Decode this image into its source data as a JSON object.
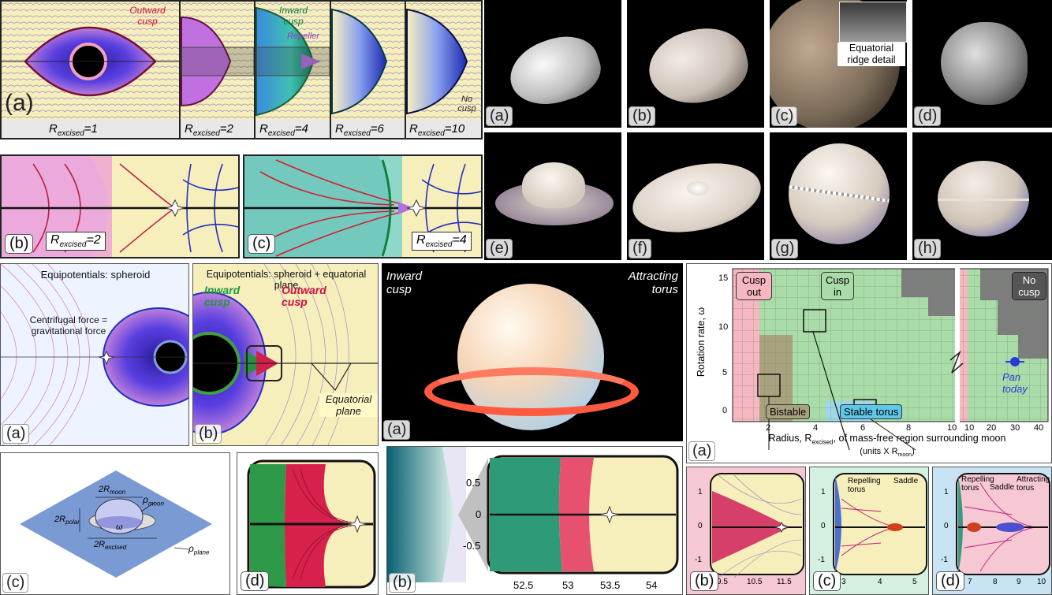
{
  "top_left": {
    "tag_a": "(a)",
    "tag_b": "(b)",
    "tag_c": "(c)",
    "outward_cusp": "Outward cusp",
    "inward_cusp": "Inward cusp",
    "repeller": "Repeller",
    "no_cusp": "No cusp",
    "r_prefix": "R",
    "r_sub": "excised",
    "r_values": [
      "=1",
      "=2",
      "=4",
      "=6",
      "=10"
    ],
    "zoom_b_r": "=2",
    "zoom_c_r": "=4"
  },
  "moons": {
    "tags": [
      "(a)",
      "(b)",
      "(c)",
      "(d)",
      "(e)",
      "(f)",
      "(g)",
      "(h)"
    ],
    "ridge_label": "Equatorial ridge detail"
  },
  "equip": {
    "tag_a": "(a)",
    "tag_b": "(b)",
    "tag_c": "(c)",
    "tag_d": "(d)",
    "title_a": "Equipotentials: spheroid",
    "title_b": "Equipotentials: spheroid + equatorial plane",
    "centrifugal": "Centrifugal force = gravitational force",
    "inward_cusp": "Inward cusp",
    "outward_cusp": "Outward cusp",
    "equatorial_plane": "Equatorial plane",
    "schem_moon": "2R",
    "schem_moon_sub": "moon",
    "schem_polar": "2R",
    "schem_polar_sub": "polar",
    "schem_excised": "2R",
    "schem_excised_sub": "excised",
    "rho": "ρ",
    "rho_moon_sub": "moon",
    "rho_plane_sub": "plane",
    "omega": "ω"
  },
  "render": {
    "tag_a": "(a)",
    "tag_b": "(b)",
    "inward_cusp": "Inward cusp",
    "attracting_torus": "Attracting torus",
    "zoom_ticks_x": [
      "52.5",
      "53",
      "53.5",
      "54"
    ],
    "zoom_ticks_y": [
      "0.5",
      "0",
      "-0.5"
    ]
  },
  "phase": {
    "tag_a": "(a)",
    "tag_b": "(b)",
    "tag_c": "(c)",
    "tag_d": "(d)",
    "cusp_out": "Cusp out",
    "cusp_in": "Cusp in",
    "no_cusp": "No cusp",
    "bistable": "Bistable",
    "stable_torus": "Stable torus",
    "pan_today": "Pan today",
    "ylabel": "Rotation rate, ω",
    "xlabel": "Radius, R",
    "xlabel_sub": "excised",
    "xlabel_rest": ", of mass-free region surrounding moon",
    "xlabel_units": "(units X R",
    "xlabel_units_sub": "moon",
    "xlabel_units_end": ")",
    "yticks": [
      "15",
      "10",
      "5",
      "0"
    ],
    "xticks_left": [
      "2",
      "4",
      "6",
      "8",
      "10"
    ],
    "xticks_right": [
      "10",
      "20",
      "30",
      "40"
    ],
    "repelling_torus": "Repelling torus",
    "saddle": "Saddle",
    "attracting_torus": "Attracting torus",
    "b_xticks": [
      "9.5",
      "10.5",
      "11.5"
    ],
    "c_xticks": [
      "3",
      "4",
      "5"
    ],
    "d_xticks": [
      "7",
      "8",
      "9",
      "10"
    ],
    "small_yticks": [
      "1",
      "0",
      "-1"
    ],
    "colors": {
      "cusp_out": "#f6b7c0",
      "cusp_in": "#a9dca8",
      "no_cusp": "#7d7d7d",
      "bistable": "#a9a27e",
      "stable_torus": "#9ed7ea",
      "pan": "#2a3ad6"
    }
  }
}
